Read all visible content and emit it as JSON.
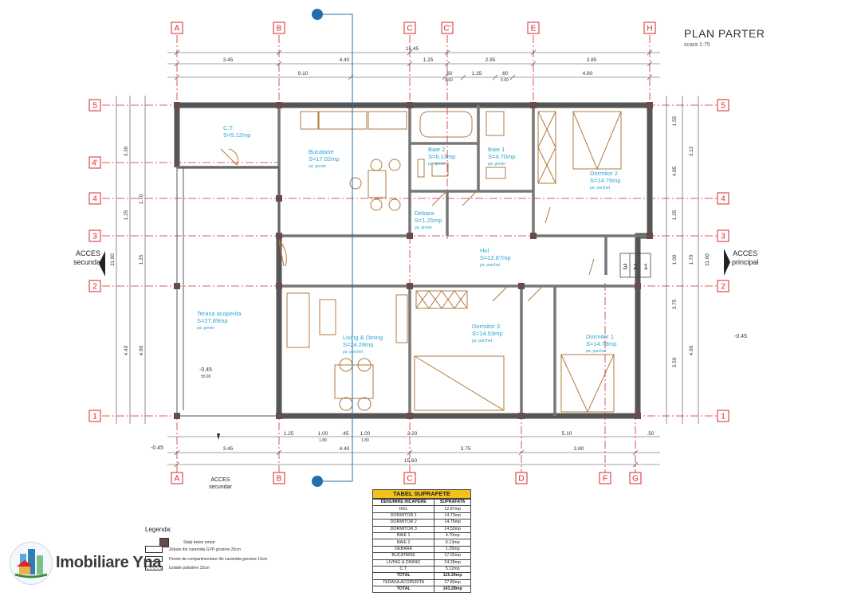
{
  "header": {
    "title": "PLAN PARTER",
    "scale": "scara 1:75"
  },
  "axes": {
    "top": [
      "A",
      "B",
      "C",
      "C'",
      "E",
      "H"
    ],
    "bottom": [
      "A",
      "B",
      "C",
      "D",
      "F",
      "G"
    ],
    "left": [
      "5",
      "4'",
      "4",
      "3",
      "2",
      "1"
    ],
    "right": [
      "5",
      "4",
      "3",
      "2",
      "1"
    ]
  },
  "dimensions": {
    "top_total": "16.45",
    "top_row1": [
      "3.45",
      "4.40",
      "1.25",
      "2.95",
      "3.85"
    ],
    "top_row2": [
      "9.10",
      ".60",
      "1.35",
      ".60",
      "4.80"
    ],
    "top_row2_sub": [
      "0.60",
      "0.60"
    ],
    "bottom_row1": [
      "1.25",
      "1.00",
      ".45",
      "1.00",
      "2.20",
      "5.10",
      ".50"
    ],
    "bottom_row1_sub": [
      "1.80",
      "1.80"
    ],
    "bottom_row2": [
      "3.45",
      "4.40",
      "3.75",
      "3.80"
    ],
    "bottom_total": "15.60",
    "left_outer": "11.00",
    "left_mid": [
      "3.30",
      "1.25",
      "4.40"
    ],
    "left_inner": [
      "1.70",
      "1.25",
      "4.90"
    ],
    "right_outer": "11.00",
    "right_mid": [
      "3.12",
      "1.70",
      "4.90"
    ],
    "right_inner": [
      "1.55",
      "4.85",
      "1.25",
      "1.00",
      "3.75",
      "3.50"
    ]
  },
  "rooms": [
    {
      "name": "C.T.",
      "area": "S=5.12mp",
      "finish": ""
    },
    {
      "name": "Bucatarie",
      "area": "S=17.02mp",
      "finish": "pa: gresie"
    },
    {
      "name": "Baie 2",
      "area": "S=6.13mp",
      "finish": "pa: gresie"
    },
    {
      "name": "Baie 1",
      "area": "S=4.70mp",
      "finish": "pa: gresie"
    },
    {
      "name": "Dormitor 2",
      "area": "S=14.76mp",
      "finish": "pa: parchet"
    },
    {
      "name": "Debara",
      "area": "S=1.25mp",
      "finish": "pa: gresie"
    },
    {
      "name": "Hol",
      "area": "S=12.87mp",
      "finish": "pa: parchet"
    },
    {
      "name": "Terasa acoperita",
      "area": "S=27.89mp",
      "finish": "pa: gresie"
    },
    {
      "name": "Living & Dining",
      "area": "S=24.28mp",
      "finish": "pa: parchet"
    },
    {
      "name": "Dormitor 3",
      "area": "S=14.53mp",
      "finish": "pa: parchet"
    },
    {
      "name": "Dormitor 1",
      "area": "S=14.73mp",
      "finish": "pa: parchet"
    }
  ],
  "levels": {
    "terrace": "-0.45",
    "entrance": "-0.45",
    "outside": "-0.45",
    "floor": "±0.00"
  },
  "acces": {
    "secundar_left": [
      "ACCES",
      "secundar"
    ],
    "principal_right": [
      "ACCES",
      "principal"
    ],
    "secundar_bottom": [
      "ACCES",
      "secundar"
    ]
  },
  "stairs": [
    "3",
    "2",
    "1"
  ],
  "table": {
    "title": "TABEL SUPRAFETE",
    "headers": [
      "DENUMIRE INCAPERE",
      "SUPRAFATA"
    ],
    "rows": [
      [
        "HOL",
        "12.87mp"
      ],
      [
        "DORMITOR 1",
        "14.73mp"
      ],
      [
        "DORMITOR 2",
        "14.76mp"
      ],
      [
        "DORMITOR 3",
        "14.53mp"
      ],
      [
        "BAIE 1",
        "4.70mp"
      ],
      [
        "BAIE 2",
        "6.13mp"
      ],
      [
        "DEBARA",
        "1.25mp"
      ],
      [
        "BUCATARIE",
        "17.02mp"
      ],
      [
        "LIVING & DINING",
        "24.28mp"
      ],
      [
        "C.T.",
        "5.12mp"
      ]
    ],
    "total_label": "TOTAL",
    "total_value": "115.39mp",
    "terrace_label": "TERASA ACOPERITA",
    "terrace_value": "27.89mp",
    "grand_label": "TOTAL",
    "grand_value": "143.28mp"
  },
  "legend": {
    "title": "Legenda:",
    "items": [
      "Stalp beton armat",
      "Zidarie din caramida GVP grosime 25cm",
      "Perete de compartimentare din caramida grosime 15cm",
      "Izolatie polistiren 15cm"
    ]
  },
  "brand": "Imobiliare Yna",
  "colors": {
    "axis": "#d9262b",
    "room_label": "#2aa3d6",
    "wall": "#555555",
    "furniture": "#b07a3c",
    "table_header": "#f2c21b"
  }
}
